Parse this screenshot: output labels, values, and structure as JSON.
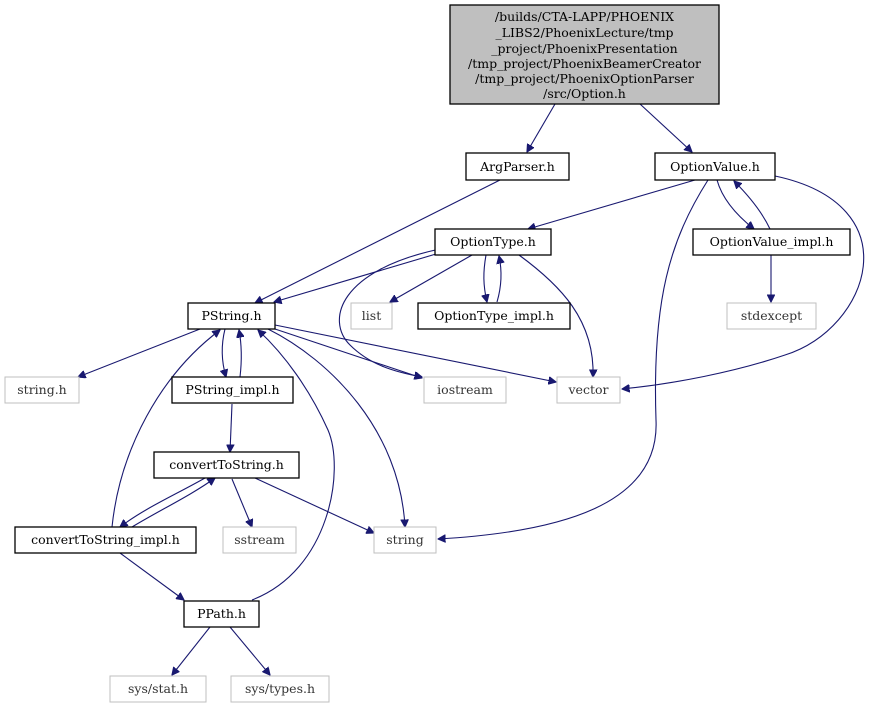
{
  "graph": {
    "root": {
      "lines": [
        "/builds/CTA-LAPP/PHOENIX",
        "_LIBS2/PhoenixLecture/tmp",
        "_project/PhoenixPresentation",
        "/tmp_project/PhoenixBeamerCreator",
        "/tmp_project/PhoenixOptionParser",
        "/src/Option.h"
      ]
    },
    "nodes": {
      "argparser": "ArgParser.h",
      "optionvalue": "OptionValue.h",
      "optiontype": "OptionType.h",
      "optionvalue_impl": "OptionValue_impl.h",
      "pstring": "PString.h",
      "list": "list",
      "optiontype_impl": "OptionType_impl.h",
      "stdexcept": "stdexcept",
      "string_h": "string.h",
      "pstring_impl": "PString_impl.h",
      "iostream": "iostream",
      "vector": "vector",
      "converttostring": "convertToString.h",
      "converttostring_impl": "convertToString_impl.h",
      "sstream": "sstream",
      "string": "string",
      "ppath": "PPath.h",
      "sys_stat": "sys/stat.h",
      "sys_types": "sys/types.h"
    }
  }
}
